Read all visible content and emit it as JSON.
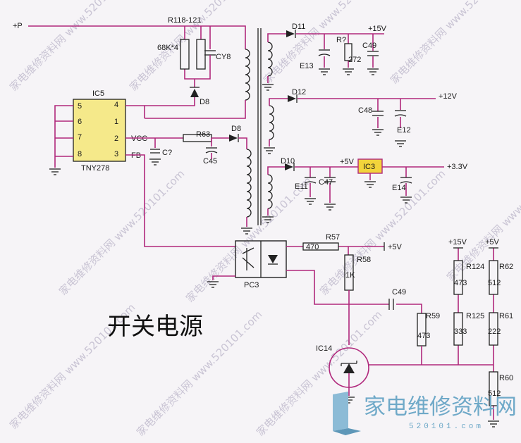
{
  "title": "开关电源",
  "watermark_text": "家电维修资料网 www.520101.com",
  "logo": {
    "cn": "家电维修资料网",
    "url": "520101.com"
  },
  "nets": {
    "p_in": "+P",
    "v15": "+15V",
    "v12": "+12V",
    "v5": "+5V",
    "v33": "+3.3V"
  },
  "ic5": {
    "name": "IC5",
    "part": "TNY278",
    "pins": [
      "5",
      "6",
      "7",
      "8",
      "4",
      "1",
      "2",
      "3"
    ],
    "vcc": "VCC",
    "fb": "FB"
  },
  "labels": {
    "r118": "R118-121",
    "r118_val": "68K*4",
    "cy8": "CY8",
    "d8a": "D8",
    "d8b": "D8",
    "r63": "R63",
    "c7": "C?",
    "c45": "C45",
    "d11": "D11",
    "e13": "E13",
    "rq": "R?",
    "rq_val": "272",
    "c49a": "C49",
    "d12": "D12",
    "c48": "C48",
    "e12": "E12",
    "d10": "D10",
    "e11": "E11",
    "c47": "C47",
    "ic3": "IC3",
    "e14": "E14",
    "pc3": "PC3",
    "r57": "R57",
    "r57_val": "470",
    "r58": "R58",
    "r58_val": "1K",
    "c49b": "C49",
    "r59": "R59",
    "r59_val": "473",
    "ic14": "IC14",
    "r124": "R124",
    "r124_val": "473",
    "r62": "R62",
    "r62_val": "512",
    "r125": "R125",
    "r125_val": "333",
    "r61": "R61",
    "r61_val": "222",
    "r60": "R60",
    "r60_val": "512"
  },
  "colors": {
    "wire": "#b0287c",
    "ic_fill": "#f5e98a",
    "ic3_fill": "#f2d43b",
    "logo": "#6fa9c8"
  }
}
